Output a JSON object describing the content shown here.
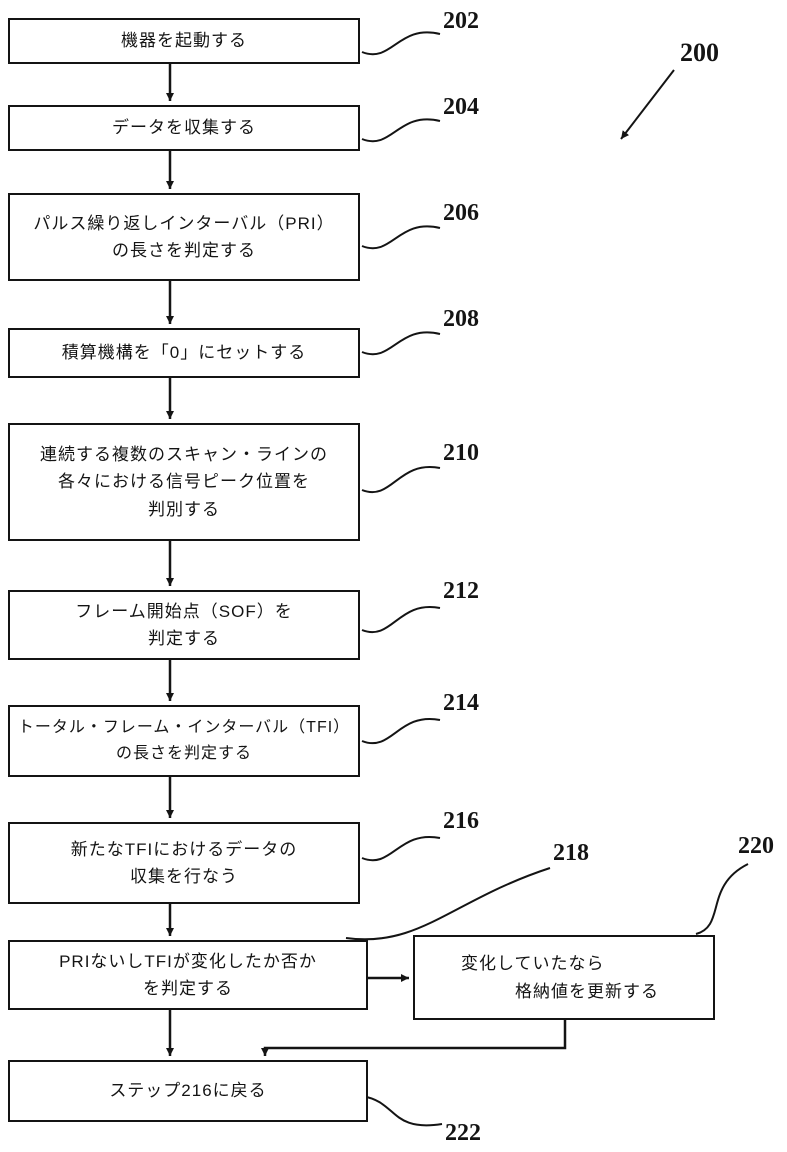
{
  "diagram": {
    "figure_ref": "200",
    "steps": {
      "s202": {
        "ref": "202",
        "text": "機器を起動する"
      },
      "s204": {
        "ref": "204",
        "text": "データを収集する"
      },
      "s206": {
        "ref": "206",
        "text": "パルス繰り返しインターバル（PRI）\nの長さを判定する"
      },
      "s208": {
        "ref": "208",
        "text": "積算機構を「0」にセットする"
      },
      "s210": {
        "ref": "210",
        "text": "連続する複数のスキャン・ラインの\n各々における信号ピーク位置を\n判別する"
      },
      "s212": {
        "ref": "212",
        "text": "フレーム開始点（SOF）を\n判定する"
      },
      "s214": {
        "ref": "214",
        "text": "トータル・フレーム・インターバル（TFI）\nの長さを判定する"
      },
      "s216": {
        "ref": "216",
        "text": "新たなTFIにおけるデータの\n収集を行なう"
      },
      "s218": {
        "ref": "218",
        "text": "PRIないしTFIが変化したか否か\nを判定する"
      },
      "s220": {
        "ref": "220",
        "text": "変化していたなら\n　　　格納値を更新する"
      },
      "s222": {
        "ref": "222",
        "text": "ステップ216に戻る"
      }
    }
  }
}
